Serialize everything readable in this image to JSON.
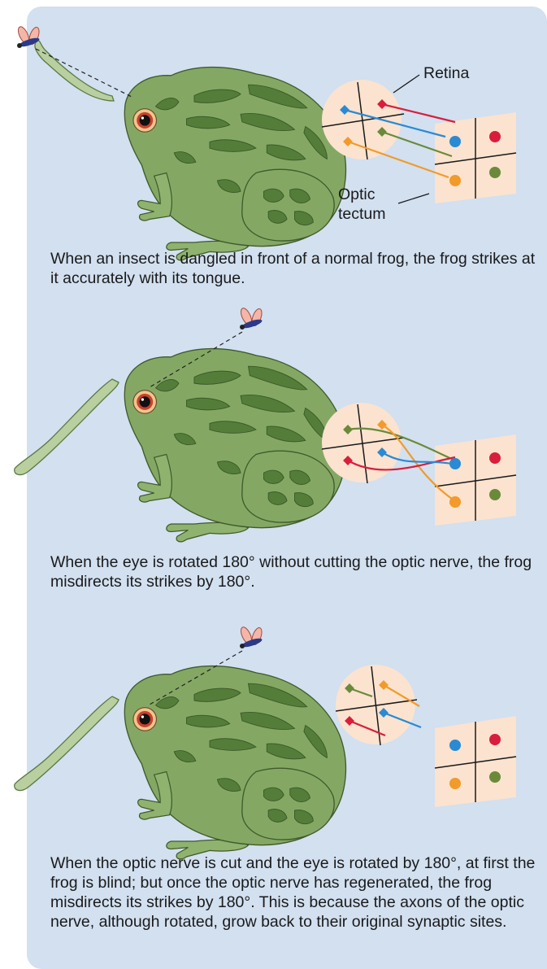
{
  "labels": {
    "retina": "Retina",
    "optic_line1": "Optic",
    "optic_line2": "tectum"
  },
  "captions": {
    "panel1": "When an insect is dangled in front of a normal frog, the frog strikes at it accurately with its tongue.",
    "panel2": "When the eye is rotated 180° without cutting the optic nerve, the frog misdirects its strikes by 180°.",
    "panel3": "When the optic nerve is cut and the eye is rotated by 180°, at first the frog is blind; but once the optic nerve has regenerated, the frog misdirects its strikes by 180°. This is because the axons of the optic nerve, although rotated, grow back to their original synaptic sites."
  },
  "colors": {
    "background": "#d2e0f0",
    "blue": "#2a8ad4",
    "red": "#d81e3c",
    "orange": "#f29a2a",
    "green": "#6a8a3a",
    "frog": "#84a864",
    "retina_fill": "#fbe3cf"
  }
}
